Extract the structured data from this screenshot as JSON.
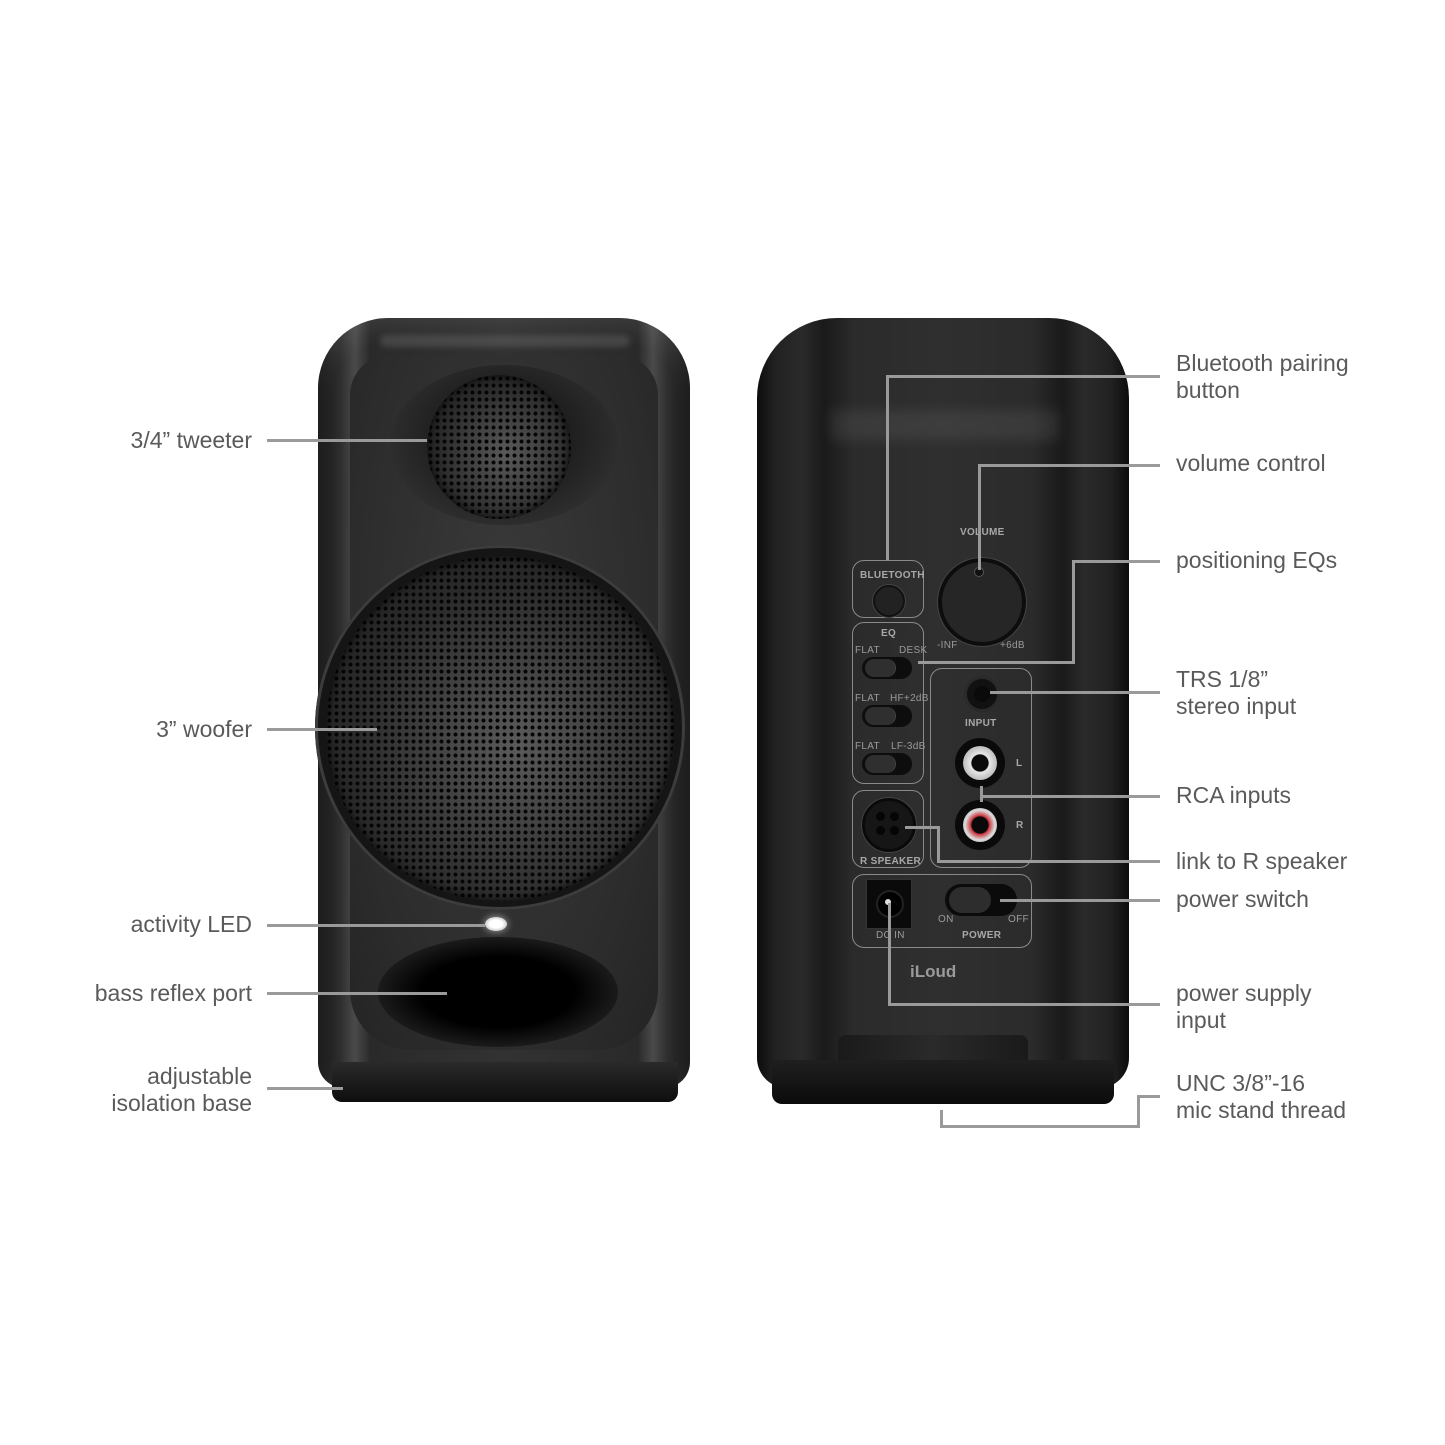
{
  "diagram": {
    "subject": "Studio monitor speaker, front and rear views",
    "front_callouts": [
      {
        "id": "tweeter",
        "label": "3/4” tweeter"
      },
      {
        "id": "woofer",
        "label": "3” woofer"
      },
      {
        "id": "activity-led",
        "label": "activity LED"
      },
      {
        "id": "bass-reflex-port",
        "label": "bass reflex port"
      },
      {
        "id": "isolation-base",
        "label_line1": "adjustable",
        "label_line2": "isolation base"
      }
    ],
    "rear_callouts": [
      {
        "id": "bluetooth-pairing",
        "label_line1": "Bluetooth pairing",
        "label_line2": "button"
      },
      {
        "id": "volume-control",
        "label": "volume control"
      },
      {
        "id": "positioning-eqs",
        "label": "positioning EQs"
      },
      {
        "id": "trs-input",
        "label_line1": "TRS 1/8”",
        "label_line2": "stereo input"
      },
      {
        "id": "rca-inputs",
        "label": "RCA inputs"
      },
      {
        "id": "link-r-speaker",
        "label": "link to R speaker"
      },
      {
        "id": "power-switch",
        "label": "power switch"
      },
      {
        "id": "power-supply",
        "label_line1": "power supply",
        "label_line2": "input"
      },
      {
        "id": "mic-stand-thread",
        "label_line1": "UNC 3/8”-16",
        "label_line2": "mic stand thread"
      }
    ]
  },
  "rear_panel": {
    "bluetooth": "BLUETOOTH",
    "volume": "VOLUME",
    "volume_min": "-INF",
    "volume_max": "+6dB",
    "eq_title": "EQ",
    "eq_switches": [
      {
        "left": "FLAT",
        "right": "DESK"
      },
      {
        "left": "FLAT",
        "right": "HF+2dB"
      },
      {
        "left": "FLAT",
        "right": "LF-3dB"
      }
    ],
    "input": "INPUT",
    "rca_left": "L",
    "rca_right": "R",
    "r_speaker": "R SPEAKER",
    "dc_in": "DC IN",
    "power_on": "ON",
    "power_off": "OFF",
    "power": "POWER",
    "brand": "iLoud"
  },
  "colors": {
    "label_text": "#5a5a5a",
    "leader_line": "#9a9a9a",
    "speaker_body": "#2c2c2c",
    "rca_left_ring": "#e8e8e8",
    "rca_right_ring": "#c8323a",
    "background": "#ffffff"
  }
}
